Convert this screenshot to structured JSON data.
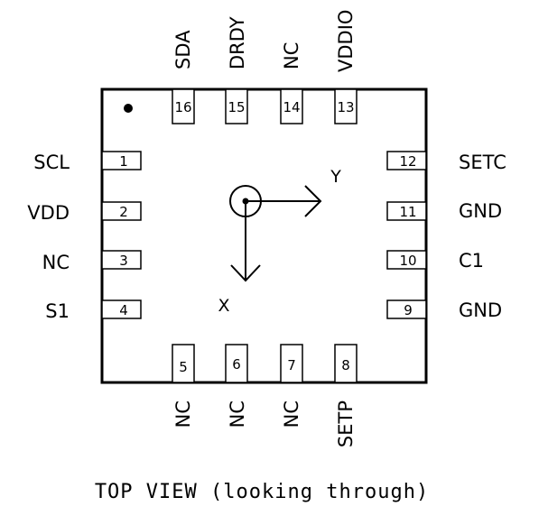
{
  "package": {
    "pins": {
      "left": [
        {
          "number": "1",
          "name": "SCL"
        },
        {
          "number": "2",
          "name": "VDD"
        },
        {
          "number": "3",
          "name": "NC"
        },
        {
          "number": "4",
          "name": "S1"
        }
      ],
      "bottom": [
        {
          "number": "5",
          "name": "NC"
        },
        {
          "number": "6",
          "name": "NC"
        },
        {
          "number": "7",
          "name": "NC"
        },
        {
          "number": "8",
          "name": "SETP"
        }
      ],
      "right": [
        {
          "number": "9",
          "name": "GND"
        },
        {
          "number": "10",
          "name": "C1"
        },
        {
          "number": "11",
          "name": "GND"
        },
        {
          "number": "12",
          "name": "SETC"
        }
      ],
      "top": [
        {
          "number": "13",
          "name": "VDDIO"
        },
        {
          "number": "14",
          "name": "NC"
        },
        {
          "number": "15",
          "name": "DRDY"
        },
        {
          "number": "16",
          "name": "SDA"
        }
      ]
    }
  },
  "axes": {
    "x_label": "X",
    "y_label": "Y"
  },
  "caption": "TOP VIEW (looking through)"
}
